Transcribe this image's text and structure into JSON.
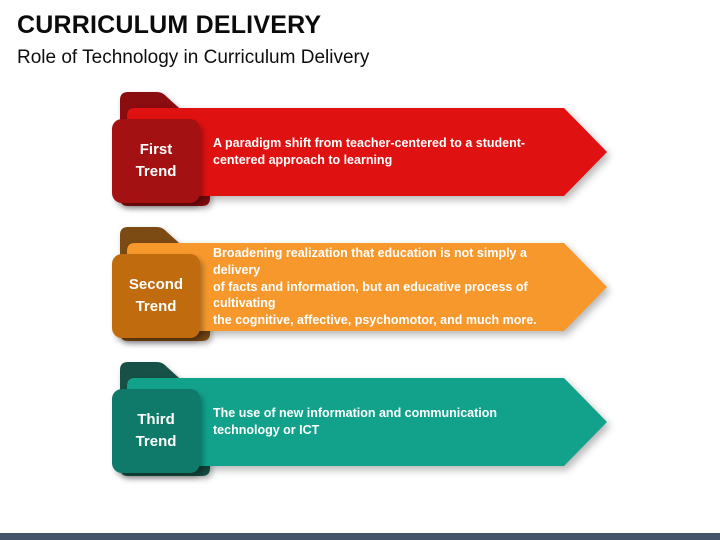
{
  "slide": {
    "title": "CURRICULUM DELIVERY",
    "subtitle": "Role of Technology in Curriculum Delivery",
    "footer_bar_color": "#44546A"
  },
  "trends": [
    {
      "label": "First\nTrend",
      "text": "A paradigm shift from teacher-centered to a student-\ncentered approach to learning",
      "colors": {
        "back": "#8B0D10",
        "arrow": "#E01111",
        "label": "#A41112"
      }
    },
    {
      "label": "Second\nTrend",
      "text": "Broadening realization that education is not simply a delivery\nof facts and information, but an educative process of cultivating\nthe cognitive, affective, psychomotor, and much more.",
      "colors": {
        "back": "#7C4A13",
        "arrow": "#F6982C",
        "label": "#C06C0E"
      }
    },
    {
      "label": "Third\nTrend",
      "text": "The use of new information and communication\ntechnology or ICT",
      "colors": {
        "back": "#175046",
        "arrow": "#12A28B",
        "label": "#0F7A69"
      }
    }
  ]
}
